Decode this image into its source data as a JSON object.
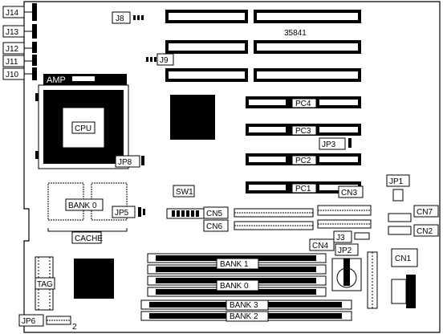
{
  "board_number": "35841",
  "jumpers_left": [
    "J14",
    "J13",
    "J12",
    "J11",
    "J10"
  ],
  "labels": {
    "j8": "J8",
    "j9": "J9",
    "amp": "AMP",
    "cpu": "CPU",
    "jp8": "JP8",
    "jp3": "JP3",
    "jp5": "JP5",
    "jp1": "JP1",
    "jp2": "JP2",
    "jp6": "JP6",
    "jp6_pin": "2",
    "j3": "J3",
    "sw1": "SW1",
    "bank0_cache": "BANK 0",
    "cache": "CACHE",
    "tag": "TAG",
    "cn1": "CN1",
    "cn2": "CN2",
    "cn3": "CN3",
    "cn4": "CN4",
    "cn5": "CN5",
    "cn6": "CN6",
    "cn7": "CN7"
  },
  "pc_slots": [
    "PC4",
    "PC3",
    "PC2",
    "PC1"
  ],
  "simm_banks": [
    "BANK 1",
    "BANK 0",
    "BANK 3",
    "BANK 2"
  ]
}
